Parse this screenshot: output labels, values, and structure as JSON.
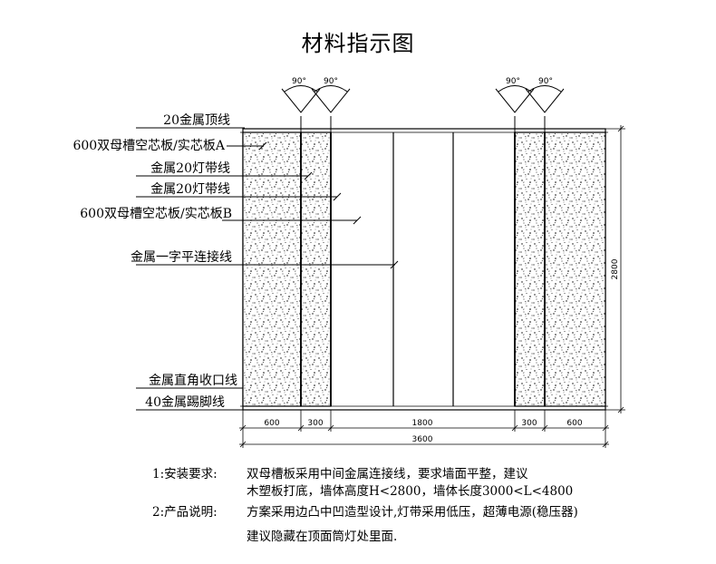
{
  "title": "材料指示图",
  "angle_labels": [
    "90°",
    "90°",
    "90°",
    "90°"
  ],
  "callouts": [
    "20金属顶线",
    "600双母槽空芯板/实芯板A",
    "金属20灯带线",
    "金属20灯带线",
    "600双母槽空芯板/实芯板B",
    "金属一字平连接线",
    "金属直角收口线",
    "40金属踢脚线"
  ],
  "dimensions": {
    "segments": [
      "600",
      "300",
      "1800",
      "300",
      "600"
    ],
    "total": "3600",
    "height": "2800"
  },
  "notes": {
    "n1_prefix": "1:安装要求:",
    "n1_line1": "双母槽板采用中间金属连接线，要求墙面平整，建议",
    "n1_line2": "木塑板打底，墙体高度H<2800，墙体长度3000<L<4800",
    "n2_prefix": "2:产品说明:",
    "n2_line1": "方案采用边凸中凹造型设计,灯带采用低压，超薄电源(稳压器)",
    "n2_line2": "建议隐藏在顶面筒灯处里面."
  }
}
